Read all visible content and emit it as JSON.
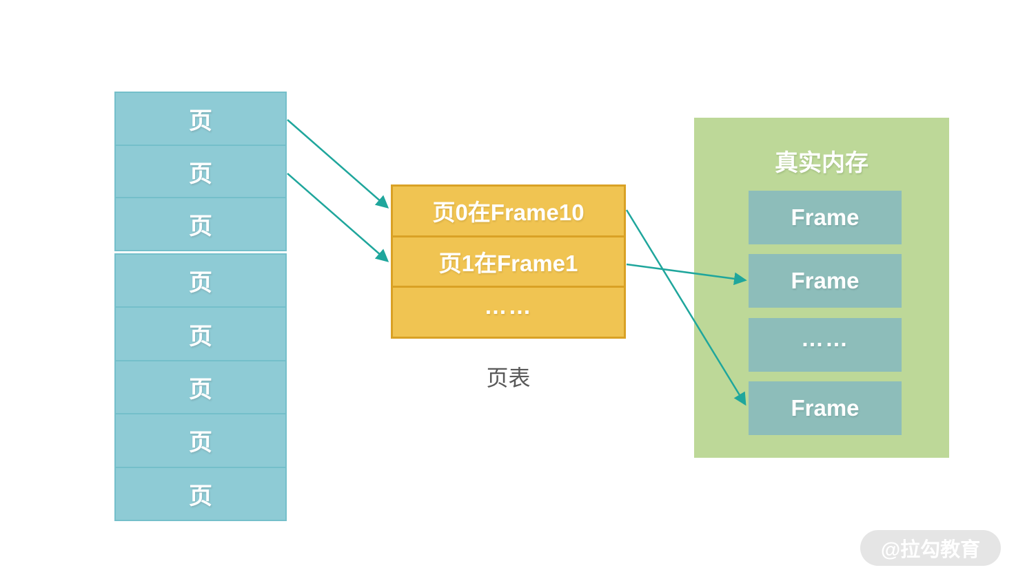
{
  "colors": {
    "page_box_fill": "#8ecbd5",
    "page_box_border": "#74bfca",
    "table_fill": "#f0c452",
    "table_border": "#d9a125",
    "panel_fill": "#bdd898",
    "frame_fill": "#8dbdba",
    "arrow": "#1fa69c",
    "caption_text": "#595959",
    "watermark_bg": "#e5e5e5",
    "watermark_text": "#ffffff",
    "box_text": "#ffffff"
  },
  "left_column": {
    "groups": [
      {
        "items": [
          "页",
          "页",
          "页"
        ]
      },
      {
        "items": [
          "页",
          "页",
          "页",
          "页",
          "页"
        ]
      }
    ]
  },
  "page_table": {
    "rows": [
      "页0在Frame10",
      "页1在Frame1",
      "……"
    ],
    "caption": "页表"
  },
  "memory_panel": {
    "title": "真实内存",
    "frames": [
      "Frame",
      "Frame",
      "……",
      "Frame"
    ]
  },
  "watermark": {
    "label": "@拉勾教育"
  }
}
